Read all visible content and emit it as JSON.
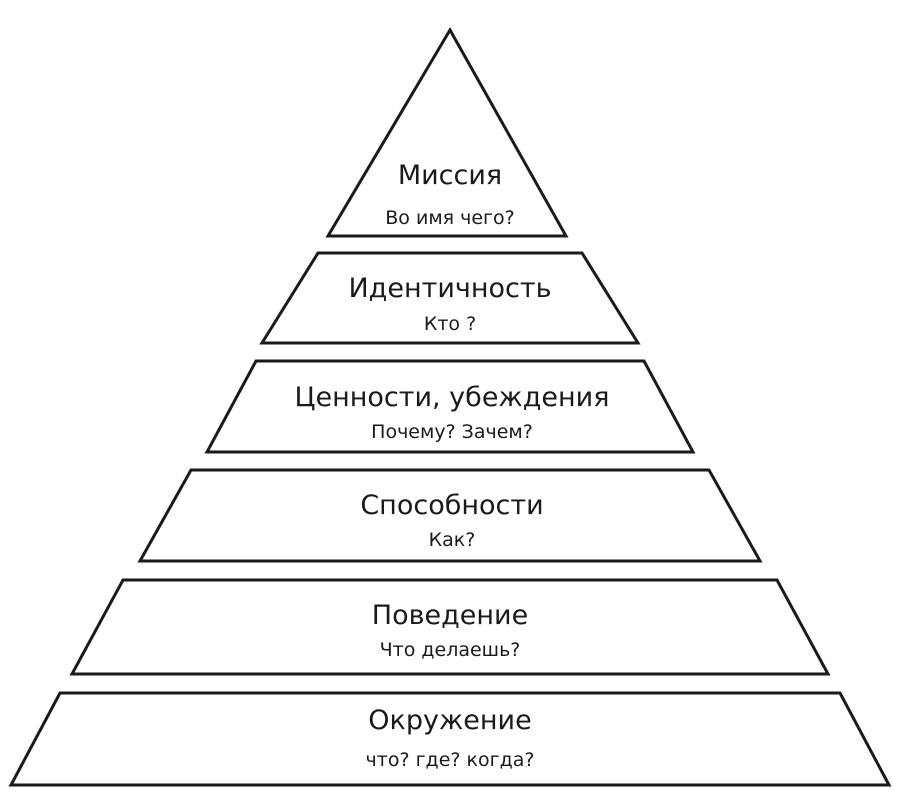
{
  "levels": [
    {
      "title": "Миссия",
      "question": "Во имя чего?"
    },
    {
      "title": "Идентичность",
      "question": "Кто ?"
    },
    {
      "title": "Ценности, убеждения",
      "question": "Почему? Зачем?"
    },
    {
      "title": "Способности",
      "question": "Как?"
    },
    {
      "title": "Поведение",
      "question": "Что делаешь?"
    },
    {
      "title": "Окружение",
      "question": "что? где? когда?"
    }
  ],
  "colors": {
    "stroke": "#1a1a1a",
    "fill": "#ffffff",
    "text": "#1a1a1a"
  }
}
